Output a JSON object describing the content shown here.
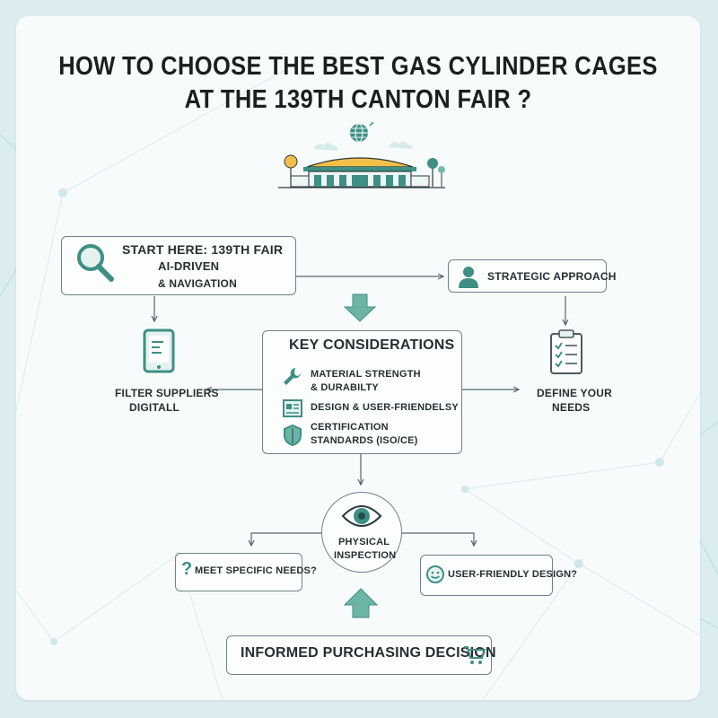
{
  "title": {
    "line1": "HOW TO CHOOSE THE BEST GAS CYLINDER CAGES",
    "line2": "AT THE 139TH CANTON FAIR ?"
  },
  "start": {
    "line1": "START HERE: 139TH FAIR",
    "line2": "AI-DRIVEN",
    "line3": "& NAVIGATION"
  },
  "strategic": {
    "label": "STRATEGIC APPROACH"
  },
  "filter": {
    "line1": "FILTER SUPPLIERS",
    "line2": "DIGITALL"
  },
  "define": {
    "line1": "DEFINE YOUR",
    "line2": "NEEDS"
  },
  "key": {
    "title": "KEY CONSIDERATIONS",
    "item1": {
      "line1": "MATERIAL STRENGTH",
      "line2": "& DURABILTY"
    },
    "item2": {
      "line1": "DESIGN & USER-FRIENDELSY"
    },
    "item3": {
      "line1": "CERTIFICATION",
      "line2": "STANDARDS (ISO/CE)"
    }
  },
  "inspection": {
    "line1": "PHYSICAL",
    "line2": "INSPECTION"
  },
  "meet": {
    "label": "MEET SPECIFIC NEEDS?",
    "icon_char": "?"
  },
  "user_friendly": {
    "label": "USER-FRIENDLY DESIGN?"
  },
  "decision": {
    "label": "INFORMED PURCHASING DECISION"
  },
  "colors": {
    "accent": "#3e8f84",
    "accent_light": "#7ab8ae",
    "arrow_fill": "#6cb4a5",
    "box_border": "#6f8186",
    "roof": "#f2c04a",
    "background": "#dcedf0"
  },
  "icons": [
    "magnifier-icon",
    "person-icon",
    "tablet-icon",
    "clipboard-checklist-icon",
    "wrench-icon",
    "document-icon",
    "shield-icon",
    "eye-icon",
    "question-mark-icon",
    "smiley-icon",
    "cart-icon",
    "globe-icon",
    "building-icon"
  ]
}
